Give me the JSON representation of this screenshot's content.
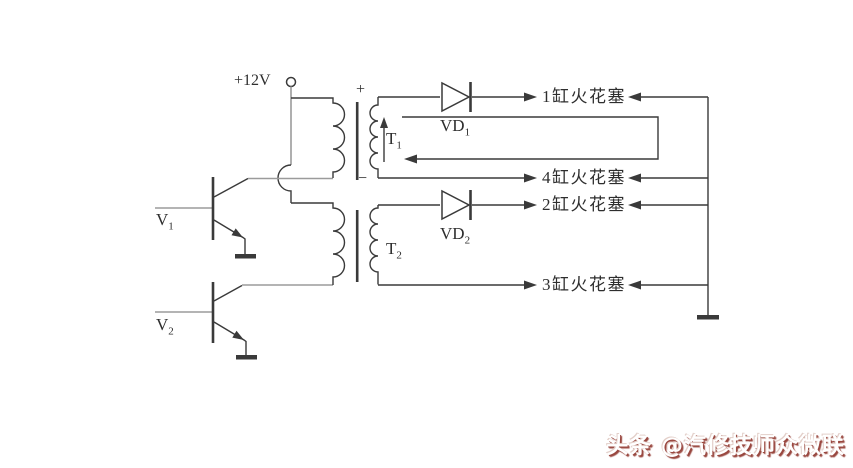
{
  "diagram": {
    "supply_label": "+12V",
    "polarity_plus": "+",
    "polarity_minus": "−",
    "transistors": [
      {
        "name": "V",
        "sub": "1"
      },
      {
        "name": "V",
        "sub": "2"
      }
    ],
    "transformers": [
      {
        "name": "T",
        "sub": "1"
      },
      {
        "name": "T",
        "sub": "2"
      }
    ],
    "diodes": [
      {
        "name": "VD",
        "sub": "1"
      },
      {
        "name": "VD",
        "sub": "2"
      }
    ],
    "spark_plugs": [
      {
        "label": "1缸火花塞"
      },
      {
        "label": "4缸火花塞"
      },
      {
        "label": "2缸火花塞"
      },
      {
        "label": "3缸火花塞"
      }
    ]
  },
  "watermark": {
    "text": "头条 @汽修技师众微联"
  },
  "colors": {
    "line_dark": "#3a3a3a",
    "line_gray": "#9b9b9b",
    "watermark_shadow": "#99473f"
  }
}
